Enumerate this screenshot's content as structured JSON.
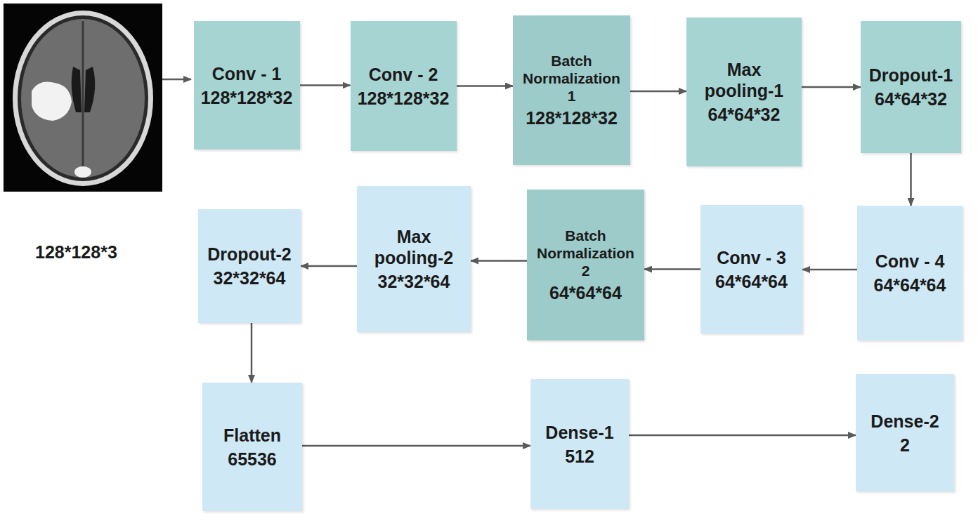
{
  "diagram": {
    "nodes": [
      {
        "text": [
          "Conv - 1",
          "128*128*32"
        ]
      },
      {
        "text": [
          "Conv - 2",
          "128*128*32"
        ]
      },
      {
        "text": [
          "Batch Normalization 1",
          "128*128*32"
        ]
      },
      {
        "text": [
          "Max pooling-1",
          "64*64*32"
        ]
      },
      {
        "text": [
          "Dropout-1",
          "64*64*32"
        ]
      },
      {
        "text": [
          "Dropout-2",
          "32*32*64"
        ]
      },
      {
        "text": [
          "Max pooling-2",
          "32*32*64"
        ]
      },
      {
        "text": [
          "Batch Normalization 2",
          "64*64*64"
        ]
      },
      {
        "text": [
          "Conv - 3",
          "64*64*64"
        ]
      },
      {
        "text": [
          "Conv - 4",
          "64*64*64"
        ]
      },
      {
        "text": [
          "Flatten",
          "65536"
        ]
      },
      {
        "text": [
          "Dense-1",
          "512"
        ]
      },
      {
        "text": [
          "Dense-2",
          "2"
        ]
      }
    ],
    "edges": [
      {
        "from": 0,
        "to": 1,
        "arrow": "to"
      },
      {
        "from": 1,
        "to": 2,
        "arrow": "to"
      },
      {
        "from": 2,
        "to": 3,
        "arrow": "to"
      },
      {
        "from": 3,
        "to": 4,
        "arrow": "to"
      },
      {
        "from": 4,
        "to": 9,
        "arrow": "to"
      },
      {
        "from": 9,
        "to": 8,
        "arrow": "to"
      },
      {
        "from": 8,
        "to": 7,
        "arrow": "to"
      },
      {
        "from": 7,
        "to": 6,
        "arrow": "to"
      },
      {
        "from": 6,
        "to": 5,
        "arrow": "to"
      },
      {
        "from": 5,
        "to": 10,
        "arrow": "to"
      },
      {
        "from": 10,
        "to": 11,
        "arrow": "to"
      },
      {
        "from": 11,
        "to": 12,
        "arrow": "to"
      }
    ],
    "labels": [
      "128*128*3"
    ]
  }
}
